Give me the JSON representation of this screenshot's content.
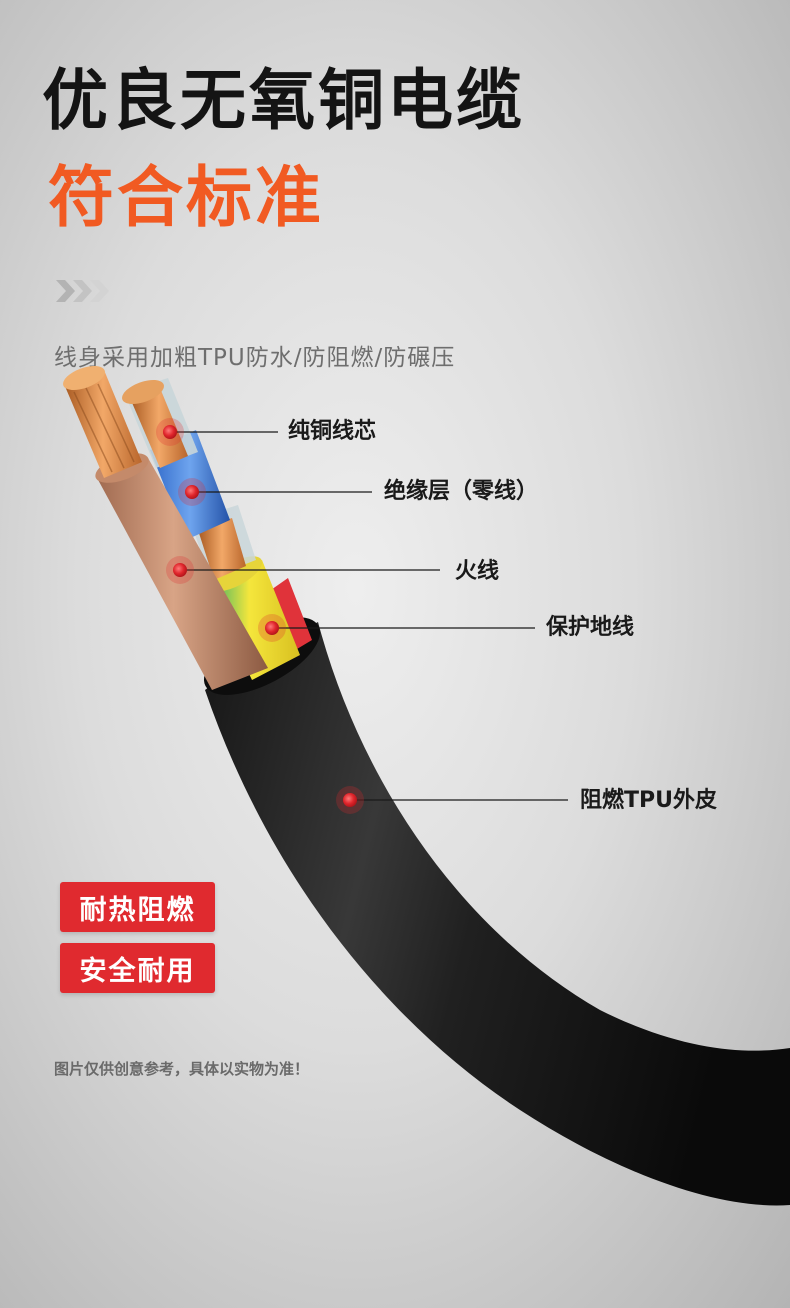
{
  "header": {
    "title": "优良无氧铜电缆",
    "subtitle": "符合标准",
    "description": "线身采用加粗TPU防水/防阻燃/防碾压"
  },
  "callouts": [
    {
      "label": "纯铜线芯"
    },
    {
      "label": "绝缘层（零线）"
    },
    {
      "label": "火线"
    },
    {
      "label": "保护地线"
    },
    {
      "label": "阻燃TPU外皮"
    }
  ],
  "badges": [
    {
      "label": "耐热阻燃"
    },
    {
      "label": "安全耐用"
    }
  ],
  "footer": {
    "disclaimer": "图片仅供创意参考，具体以实物为准！"
  },
  "colors": {
    "title": "#141414",
    "subtitle_accent": "#f15a22",
    "badge": "#e02a2f",
    "marker": "#e0262c"
  }
}
